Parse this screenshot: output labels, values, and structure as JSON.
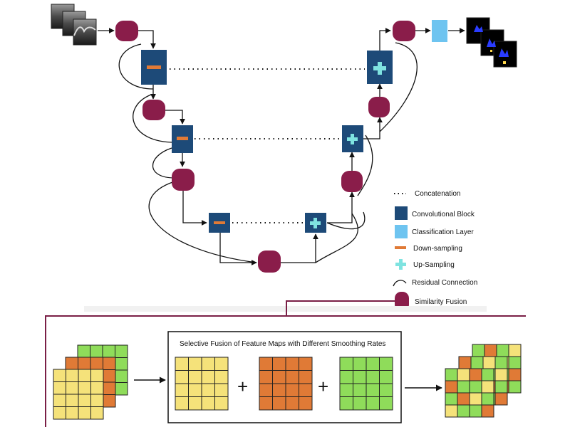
{
  "legend": {
    "concatenation": "Concatenation",
    "convolutional_block": "Convolutional Block",
    "classification_layer": "Classification Layer",
    "down_sampling": "Down-sampling",
    "up_sampling": "Up-Sampling",
    "residual_connection": "Residual Connection",
    "similarity_fusion": "Similarity Fusion"
  },
  "fusion_panel": {
    "title": "Selective Fusion of Feature Maps with Different Smoothing Rates",
    "plus_symbol": "+"
  },
  "colors": {
    "conv_block": "#1d4a78",
    "similarity_fusion": "#8a1d4a",
    "classification_layer": "#6ec4f0",
    "down_sampling": "#e07a36",
    "up_sampling": "#7fe3e0",
    "grid_yellow": "#f5e27a",
    "grid_orange": "#e07a36",
    "grid_green": "#8fdc5a",
    "panel_border": "#7a1f46"
  },
  "icons": {
    "input_image": "oct-scan-stack",
    "output_image": "segmentation-mask-stack"
  }
}
